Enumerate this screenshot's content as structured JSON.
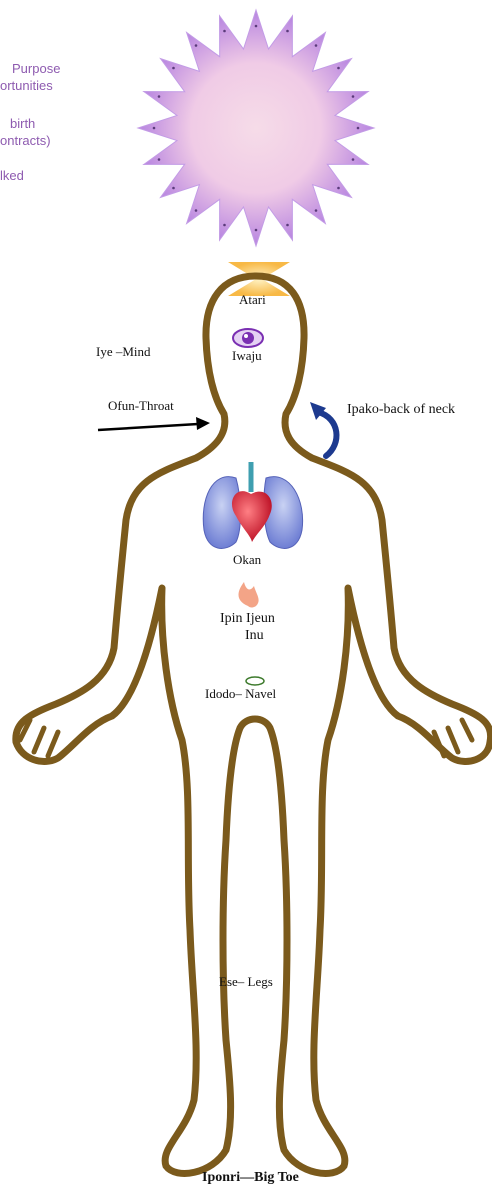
{
  "colors": {
    "body_outline": "#7b5a1c",
    "star_outer": "#b784e0",
    "star_inner": "#f6dce8",
    "note_text": "#8e5bb0",
    "eye": "#7a2fb2",
    "arrow": "#000000",
    "curl_arrow": "#1d3a8f",
    "flame": "#f29a7a",
    "halo": "#f7b53c"
  },
  "icons": {
    "crown": "star-burst",
    "third_eye": "eye-icon",
    "heart_lungs": "heart-lungs-icon",
    "stomach_fire": "flame-icon",
    "navel": "oval-ring-icon",
    "throat": "arrow-right-icon",
    "neck": "curved-arrow-icon"
  },
  "notes": {
    "line1": "Purpose",
    "line2": "ortunities",
    "line3": "birth",
    "line4": "ontracts)",
    "line5": "lked"
  },
  "labels": {
    "atari": "Atari",
    "iye": "Iye –Mind",
    "iwaju": "Iwaju",
    "ofun": "Ofun-Throat",
    "ipako": "Ipako-back of neck",
    "okan": "Okan",
    "ipin_ijeun": "Ipin Ijeun",
    "inu": "Inu",
    "idodo": "Idodo– Navel",
    "ese": "Ese– Legs",
    "iponri": "Iponri—Big Toe"
  }
}
